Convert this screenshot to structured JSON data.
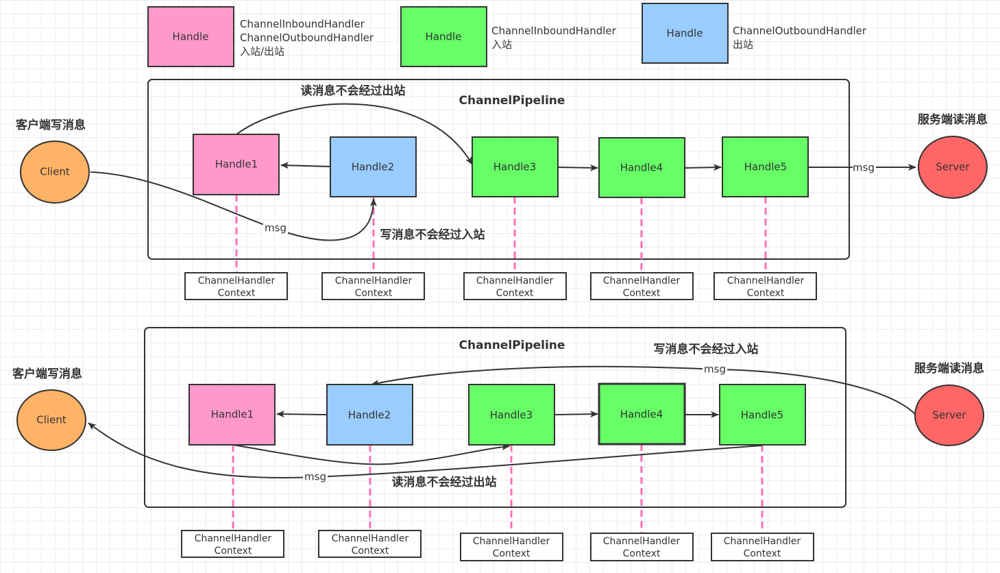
{
  "colors": {
    "both": "#ff99cc",
    "inbound": "#66ff66",
    "outbound": "#99ccff",
    "client": "#ffb366",
    "server": "#ff6666",
    "context_line": "#ff6fb5"
  },
  "legend": [
    {
      "box": "Handle",
      "lines": [
        "ChannelInboundHandler",
        "ChannelOutboundHandler",
        "入站/出站"
      ]
    },
    {
      "box": "Handle",
      "lines": [
        "ChannelInboundHandler",
        "入站"
      ]
    },
    {
      "box": "Handle",
      "lines": [
        "ChannelOutboundHandler",
        "出站"
      ]
    }
  ],
  "top": {
    "title": "ChannelPipeline",
    "note_read": "读消息不会经过出站",
    "note_write": "写消息不会经过入站",
    "client_caption": "客户端写消息",
    "server_caption": "服务端读消息",
    "client": "Client",
    "server": "Server",
    "msg1": "msg",
    "msg2": "msg",
    "handlers": [
      "Handle1",
      "Handle2",
      "Handle3",
      "Handle4",
      "Handle5"
    ],
    "context": [
      "ChannelHandler",
      "Context"
    ]
  },
  "bottom": {
    "title": "ChannelPipeline",
    "note_write": "写消息不会经过入站",
    "note_read": "读消息不会经过出站",
    "client_caption": "客户端写消息",
    "server_caption": "服务端读消息",
    "client": "Client",
    "server": "Server",
    "msg1": "msg",
    "msg2": "msg",
    "handlers": [
      "Handle1",
      "Handle2",
      "Handle3",
      "Handle4",
      "Handle5"
    ],
    "context": [
      "ChannelHandler",
      "Context"
    ]
  }
}
